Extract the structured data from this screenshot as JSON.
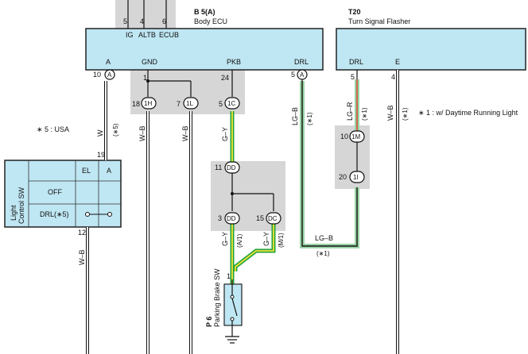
{
  "body_ecu": {
    "code": "B 5(A)",
    "name": "Body ECU",
    "top_pins": [
      "5",
      "4",
      "6"
    ],
    "top_terms": [
      "IG",
      "ALTB",
      "ECUB"
    ],
    "bottom_terms": [
      "A",
      "GND",
      "PKB",
      "DRL"
    ]
  },
  "flasher": {
    "code": "T20",
    "name": "Turn Signal Flasher",
    "terms": [
      "DRL",
      "E"
    ]
  },
  "pins": {
    "p10": "10",
    "p1": "1",
    "p24": "24",
    "p5a": "5",
    "p5b": "5",
    "p4": "4",
    "p18": "18",
    "p7": "7",
    "p5c": "5",
    "p19": "19",
    "p12": "12",
    "p11": "11",
    "p3": "3",
    "p15": "15",
    "p10b": "10",
    "p20": "20",
    "p1b": "1"
  },
  "connectors": {
    "A": "A",
    "A2": "A",
    "H1": "1H",
    "L1": "1L",
    "C1": "1C",
    "DD1": "DD",
    "DD2": "DD",
    "DC": "DC",
    "M1": "1M",
    "I1": "1I"
  },
  "wires": {
    "w": "W",
    "wb1": "W–B",
    "wb2": "W–B",
    "gy1": "G–Y",
    "lgb1": "LG–B",
    "lgr": "LG–R",
    "wb3": "W–B",
    "wb4": "W–B",
    "gy2": "G–Y",
    "gy3": "G–Y",
    "lgb2": "LG–B",
    "s5": "(∗5)",
    "s1a": "(∗1)",
    "s1b": "(∗1)",
    "s1c": "(∗1)",
    "s1d": "(∗1)",
    "a1": "(A/1)",
    "m1": "(M/1)"
  },
  "notes": {
    "usa": "∗ 5 : USA",
    "drl": "∗ 1 : w/ Daytime Running Light"
  },
  "light_sw": {
    "name": "Light Control SW",
    "name_line1": "Light",
    "name_line2": "Control SW",
    "col_el": "EL",
    "col_a": "A",
    "row_off": "OFF",
    "row_drl": "DRL(∗5)"
  },
  "parking_sw": {
    "code": "P 6",
    "name": "Parking Brake SW"
  },
  "colors": {
    "ecu_fill": "#bfe6f3",
    "shade": "#d6d6d6",
    "green": "#1fa33a",
    "yellow": "#f2e23a",
    "lightgreen": "#9bd3a6",
    "red": "#d84a3a"
  }
}
